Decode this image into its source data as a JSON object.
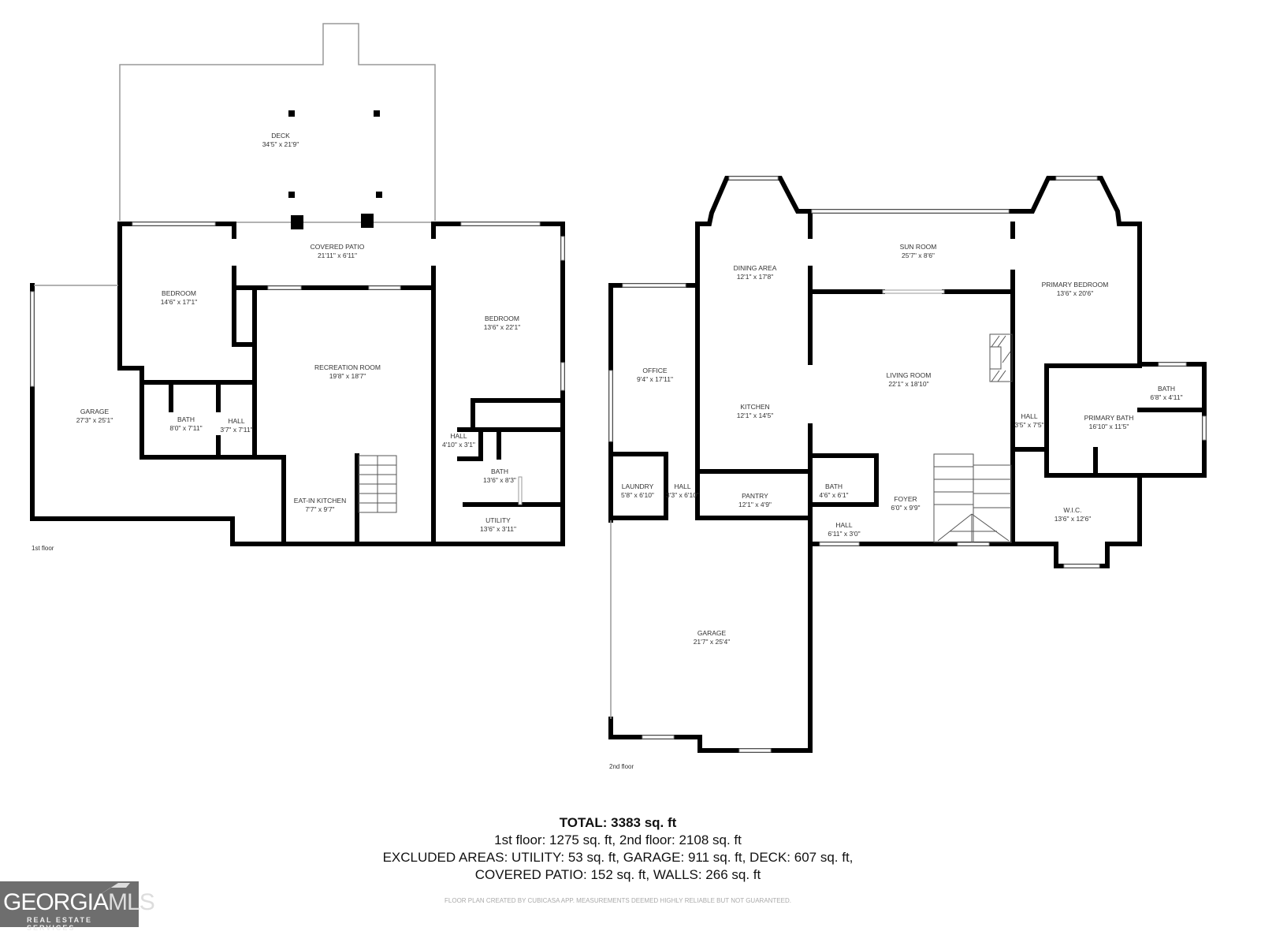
{
  "floors": {
    "first": {
      "label": "1st floor",
      "rooms": [
        {
          "name": "DECK",
          "dims": "34'5\" x 21'9\""
        },
        {
          "name": "COVERED PATIO",
          "dims": "21'11\" x 6'11\""
        },
        {
          "name": "BEDROOM",
          "dims": "14'6\" x 17'1\""
        },
        {
          "name": "BEDROOM",
          "dims": "13'6\" x 22'1\""
        },
        {
          "name": "RECREATION ROOM",
          "dims": "19'8\" x 18'7\""
        },
        {
          "name": "GARAGE",
          "dims": "27'3\" x 25'1\""
        },
        {
          "name": "BATH",
          "dims": "8'0\" x 7'11\""
        },
        {
          "name": "HALL",
          "dims": "3'7\" x 7'11\""
        },
        {
          "name": "HALL",
          "dims": "4'10\" x 3'1\""
        },
        {
          "name": "BATH",
          "dims": "13'6\" x 8'3\""
        },
        {
          "name": "EAT-IN KITCHEN",
          "dims": "7'7\" x 9'7\""
        },
        {
          "name": "UTILITY",
          "dims": "13'6\" x 3'11\""
        }
      ]
    },
    "second": {
      "label": "2nd floor",
      "rooms": [
        {
          "name": "DINING AREA",
          "dims": "12'1\" x 17'8\""
        },
        {
          "name": "SUN ROOM",
          "dims": "25'7\" x 8'6\""
        },
        {
          "name": "PRIMARY BEDROOM",
          "dims": "13'6\" x 20'6\""
        },
        {
          "name": "OFFICE",
          "dims": "9'4\" x 17'11\""
        },
        {
          "name": "LIVING ROOM",
          "dims": "22'1\" x 18'10\""
        },
        {
          "name": "KITCHEN",
          "dims": "12'1\" x 14'5\""
        },
        {
          "name": "BATH",
          "dims": "6'8\" x 4'11\""
        },
        {
          "name": "HALL",
          "dims": "3'5\" x 7'5\""
        },
        {
          "name": "PRIMARY BATH",
          "dims": "16'10\" x 11'5\""
        },
        {
          "name": "LAUNDRY",
          "dims": "5'8\" x 6'10\""
        },
        {
          "name": "HALL",
          "dims": "3'3\" x 6'10\""
        },
        {
          "name": "PANTRY",
          "dims": "12'1\" x 4'9\""
        },
        {
          "name": "BATH",
          "dims": "4'6\" x 6'1\""
        },
        {
          "name": "FOYER",
          "dims": "6'0\" x 9'9\""
        },
        {
          "name": "W.I.C.",
          "dims": "13'6\" x 12'6\""
        },
        {
          "name": "HALL",
          "dims": "6'11\" x 3'0\""
        },
        {
          "name": "GARAGE",
          "dims": "21'7\" x 25'4\""
        }
      ]
    }
  },
  "summary": {
    "total": "TOTAL: 3383 sq. ft",
    "floors_line": "1st floor: 1275 sq. ft, 2nd floor: 2108 sq. ft",
    "excluded_line1": "EXCLUDED AREAS: UTILITY: 53 sq. ft, GARAGE: 911 sq. ft, DECK: 607 sq. ft,",
    "excluded_line2": "COVERED PATIO: 152 sq. ft, WALLS: 266 sq. ft"
  },
  "disclaimer": "FLOOR PLAN CREATED BY CUBICASA APP. MEASUREMENTS DEEMED HIGHLY RELIABLE BUT NOT GUARANTEED.",
  "logo": {
    "name_a": "GEORGIA",
    "name_b": "MLS",
    "sub": "REAL ESTATE SERVICES"
  }
}
